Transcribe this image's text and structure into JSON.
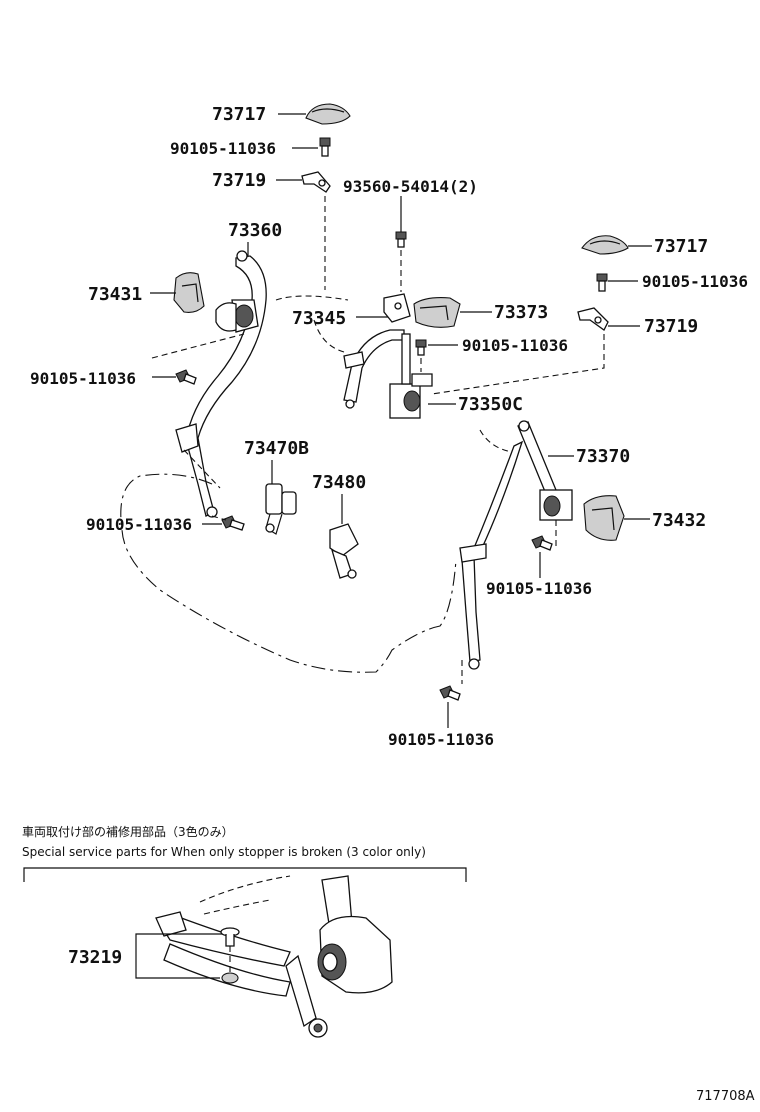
{
  "diagram": {
    "parts": {
      "p73717_top": "73717",
      "p90105_a": "90105-11036",
      "p73719_top": "73719",
      "p93560": "93560-54014(2)",
      "p73360": "73360",
      "p73717_right": "73717",
      "p90105_b": "90105-11036",
      "p73431": "73431",
      "p73345": "73345",
      "p73373": "73373",
      "p73719_right": "73719",
      "p90105_c": "90105-11036",
      "p90105_d": "90105-11036",
      "p73350c": "73350C",
      "p73470b": "73470B",
      "p73370": "73370",
      "p73480": "73480",
      "p90105_e": "90105-11036",
      "p73432": "73432",
      "p90105_f": "90105-11036",
      "p90105_g": "90105-11036",
      "p73219": "73219"
    },
    "note": {
      "japanese": "車両取付け部の補修用部品（3色のみ）",
      "english": "Special service parts for When only stopper is broken (3 color only)"
    },
    "diagram_code": "717708A"
  }
}
